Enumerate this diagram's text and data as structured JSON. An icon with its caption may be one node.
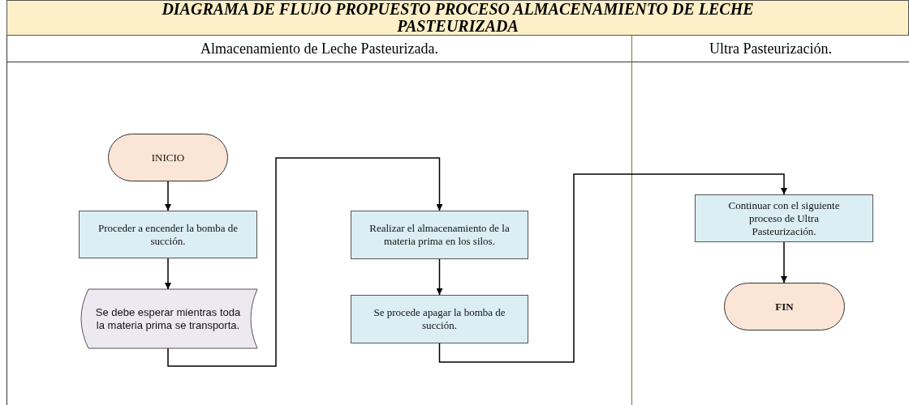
{
  "diagram": {
    "title": "DIAGRAMA DE FLUJO PROPUESTO PROCESO ALMACENAMIENTO DE LECHE PASTEURIZADA",
    "nodes": [
      {
        "text": [
          "Almacenamiento de Leche Pasteurizada."
        ]
      },
      {
        "text": [
          "Ultra Pasteurización."
        ]
      },
      {
        "text": [
          "INICIO"
        ],
        "in": 0
      },
      {
        "text": [
          "Proceder a encender la bomba de succión."
        ],
        "in": 0
      },
      {
        "text": [
          "Se debe esperar mientras toda la materia prima se transporta."
        ],
        "in": 0
      },
      {
        "text": [
          "Realizar el almacenamiento de la materia prima en los silos."
        ],
        "in": 0
      },
      {
        "text": [
          "Se procede apagar la bomba de succión."
        ],
        "in": 0
      },
      {
        "text": [
          "Continuar con el siguiente proceso de Ultra Pasteurización."
        ],
        "in": 1
      },
      {
        "text": [
          "FIN"
        ],
        "in": 1
      }
    ],
    "edges": [
      {
        "from": 2,
        "to": 3,
        "arrow": "to"
      },
      {
        "from": 3,
        "to": 4,
        "arrow": "to"
      },
      {
        "from": 4,
        "to": 5,
        "arrow": "to"
      },
      {
        "from": 5,
        "to": 6,
        "arrow": "to"
      },
      {
        "from": 6,
        "to": 7,
        "arrow": "to"
      },
      {
        "from": 7,
        "to": 8,
        "arrow": "to"
      }
    ]
  }
}
